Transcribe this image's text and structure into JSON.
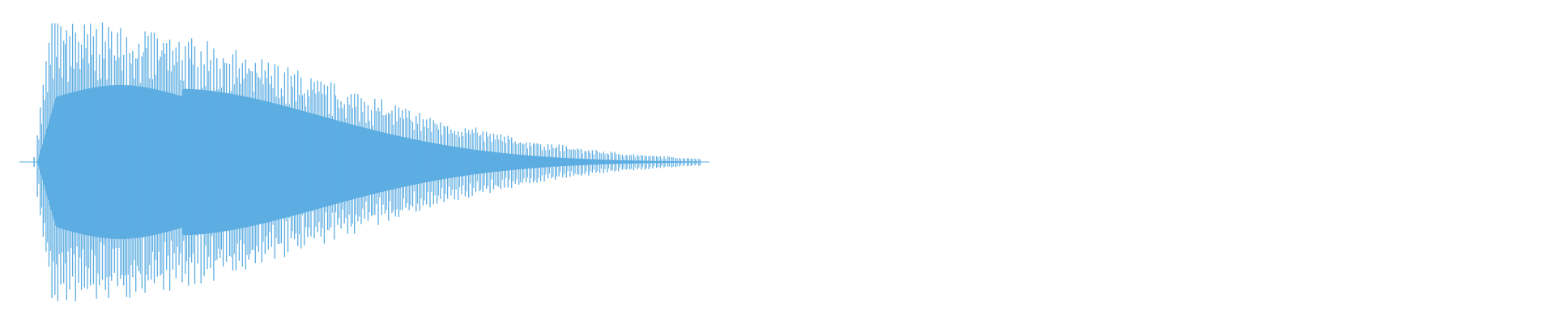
{
  "waveform": {
    "color": "#5dade2",
    "background": "#ffffff",
    "envelope": {
      "onset_fraction": 0.024,
      "end_fraction": 0.45,
      "peak_amplitude": 0.92,
      "body_amplitude": 0.5
    }
  }
}
